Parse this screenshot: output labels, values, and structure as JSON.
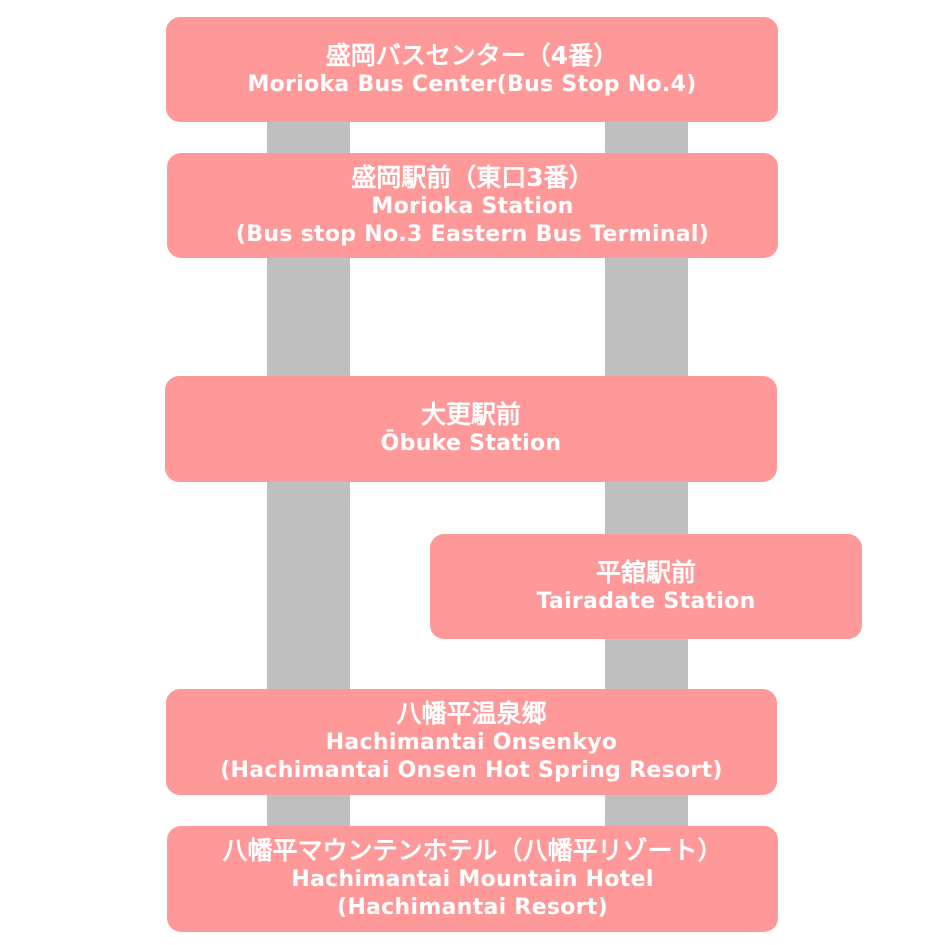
{
  "colors": {
    "stop": "#ff9999",
    "line": "#bfbfbf",
    "text": "#ffffff"
  },
  "stops": [
    {
      "jp": "盛岡バスセンター（4番）",
      "en1": "Morioka Bus Center(Bus Stop No.4)"
    },
    {
      "jp": "盛岡駅前（東口3番）",
      "en1": "Morioka Station",
      "en2": "(Bus stop No.3 Eastern Bus Terminal)"
    },
    {
      "jp": "大更駅前",
      "en1": "Ōbuke Station"
    },
    {
      "jp": "平舘駅前",
      "en1": "Tairadate Station"
    },
    {
      "jp": "八幡平温泉郷",
      "en1": "Hachimantai Onsenkyo",
      "en2": "(Hachimantai Onsen Hot Spring Resort)"
    },
    {
      "jp": "八幡平マウンテンホテル（八幡平リゾート）",
      "en1": "Hachimantai Mountain Hotel",
      "en2": "(Hachimantai Resort)"
    }
  ]
}
